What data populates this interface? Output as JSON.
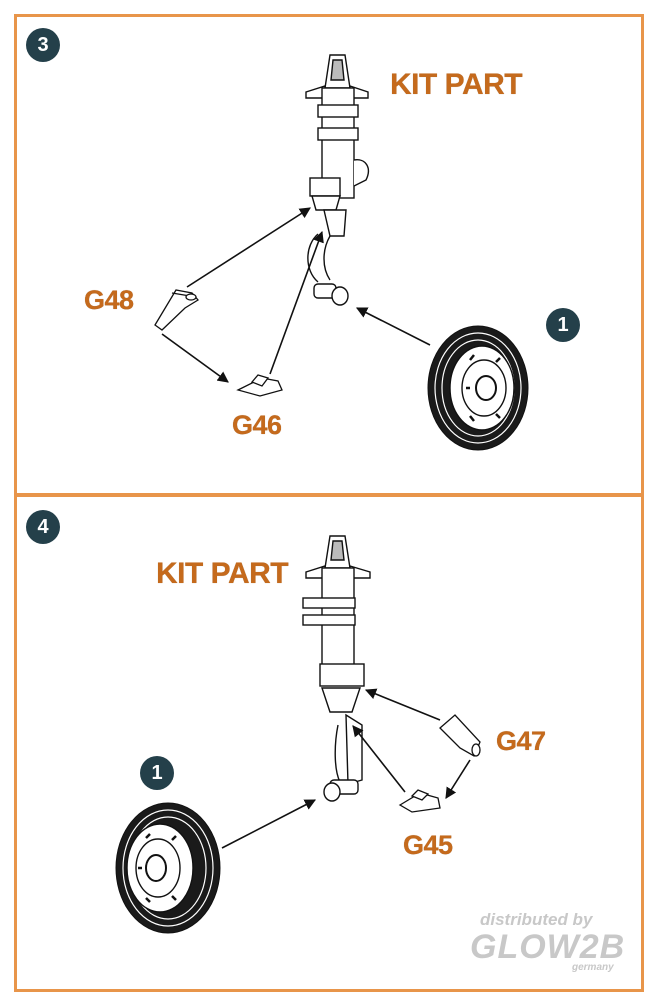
{
  "panel3": {
    "step": "3",
    "kit_part": "KIT PART",
    "wheel_ref": "1",
    "parts": [
      "G48",
      "G46"
    ]
  },
  "panel4": {
    "step": "4",
    "kit_part": "KIT PART",
    "wheel_ref": "1",
    "parts": [
      "G47",
      "G45"
    ]
  },
  "watermark": {
    "line1": "distributed by",
    "brand": "GLOW2B",
    "country": "germany"
  },
  "colors": {
    "frame": "#e8954a",
    "label": "#c56a1c",
    "badge": "#24404a"
  }
}
